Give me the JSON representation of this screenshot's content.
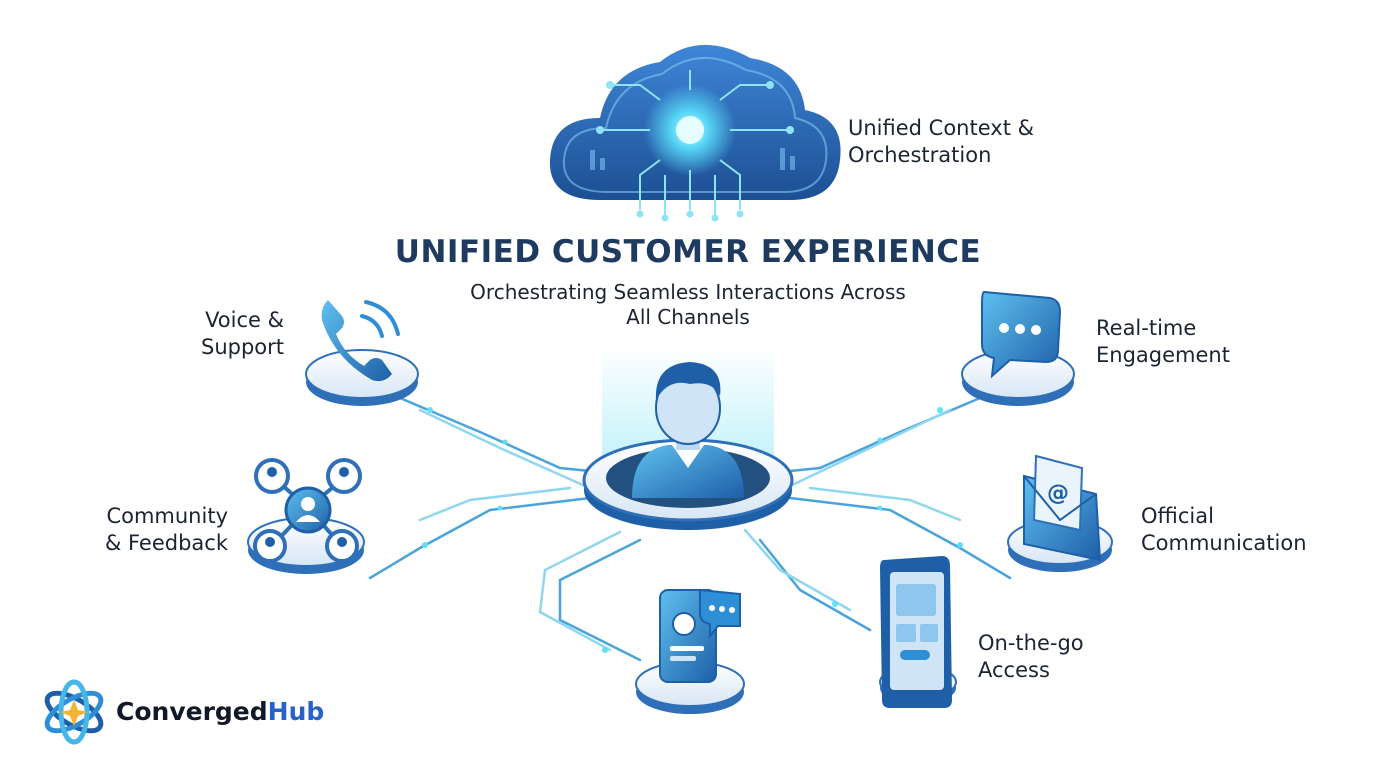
{
  "header": {
    "title": "UNIFIED CUSTOMER EXPERIENCE",
    "subtitle_line1": "Orchestrating Seamless Interactions Across",
    "subtitle_line2": "All Channels"
  },
  "nodes": {
    "cloud": {
      "line1": "Unified Context &",
      "line2": "Orchestration",
      "icon": "cloud-circuit-icon"
    },
    "voice": {
      "line1": "Voice &",
      "line2": "Support",
      "icon": "phone-icon"
    },
    "community": {
      "line1": "Community",
      "line2": "& Feedback",
      "icon": "network-people-icon"
    },
    "chat": {
      "line1": "Real-time",
      "line2": "Engagement",
      "icon": "chat-bubble-icon"
    },
    "email": {
      "line1": "Official",
      "line2": "Communication",
      "icon": "email-envelope-icon"
    },
    "mobile": {
      "line1": "On-the-go",
      "line2": "Access",
      "icon": "smartphone-icon"
    },
    "social": {
      "icon": "social-message-icon"
    },
    "center": {
      "icon": "customer-avatar-icon"
    }
  },
  "brand": {
    "name_part1": "Converged",
    "name_part2": "Hub",
    "icon": "atom-logo-icon"
  },
  "colors": {
    "primary": "#1e5fa8",
    "accent": "#2f8fd6",
    "cyan": "#45d3f0",
    "title": "#1e3a5f"
  }
}
